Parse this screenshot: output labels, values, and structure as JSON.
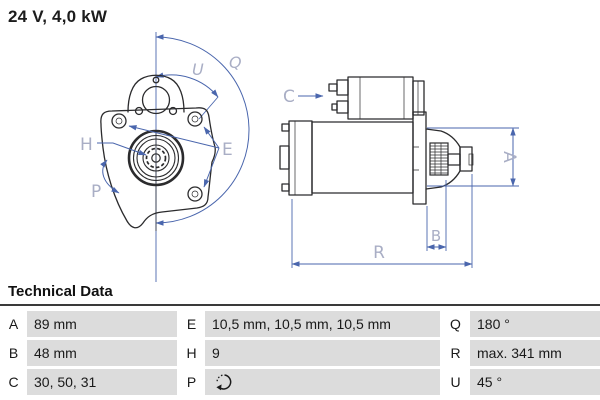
{
  "title": "24 V, 4,0 kW",
  "front_view": {
    "labels": {
      "u": "U",
      "q": "Q",
      "e": "E",
      "h": "H",
      "p": "P"
    }
  },
  "side_view": {
    "labels": {
      "c": "C",
      "a": "A",
      "b": "B",
      "r": "R"
    }
  },
  "technical_data": {
    "heading": "Technical Data",
    "rows": [
      {
        "pairs": [
          {
            "key": "A",
            "value": "89 mm"
          },
          {
            "key": "E",
            "value": "10,5 mm, 10,5 mm, 10,5 mm"
          },
          {
            "key": "Q",
            "value": "180 °"
          }
        ]
      },
      {
        "pairs": [
          {
            "key": "B",
            "value": "48 mm"
          },
          {
            "key": "H",
            "value": "9"
          },
          {
            "key": "R",
            "value": "max. 341 mm"
          }
        ]
      },
      {
        "pairs": [
          {
            "key": "C",
            "value": "30, 50, 31"
          },
          {
            "key": "P",
            "value": "",
            "icon": "rotation-direction-icon"
          },
          {
            "key": "U",
            "value": "45 °"
          }
        ]
      }
    ]
  },
  "colors": {
    "dimension_blue": "#4a66ad",
    "label_gray": "#a9aec5",
    "drawing_dark": "#2b2b2d",
    "table_cell_gray": "#dcdcdc"
  }
}
